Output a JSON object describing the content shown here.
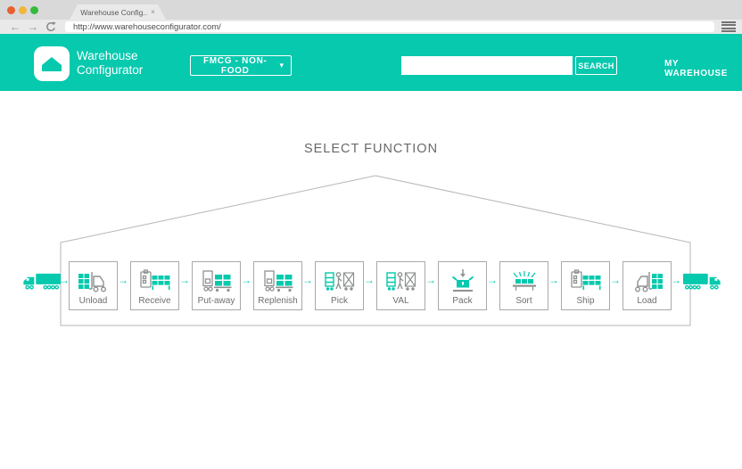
{
  "browser": {
    "tab_title": "Warehouse Config..",
    "tab_close_glyph": "×",
    "back_glyph": "←",
    "forward_glyph": "→",
    "url": "http://www.warehouseconfigurator.com/"
  },
  "header": {
    "brand_line1": "Warehouse",
    "brand_line2": "Configurator",
    "category_dropdown": {
      "selected": "FMCG - NON-FOOD",
      "caret_glyph": "▾"
    },
    "search": {
      "value": "",
      "placeholder": "",
      "button_label": "SEARCH"
    },
    "my_warehouse_label": "MY WAREHOUSE"
  },
  "main": {
    "title": "SELECT FUNCTION",
    "flow": {
      "arrow_glyph": "→",
      "items": [
        {
          "label": "Unload",
          "icon": "forklift-unload-icon"
        },
        {
          "label": "Receive",
          "icon": "clipboard-shelf-icon"
        },
        {
          "label": "Put-away",
          "icon": "forklift-shelf-icon"
        },
        {
          "label": "Replenish",
          "icon": "forklift-shelf-icon"
        },
        {
          "label": "Pick",
          "icon": "trolley-person-cage-icon"
        },
        {
          "label": "VAL",
          "icon": "trolley-person-cage-icon"
        },
        {
          "label": "Pack",
          "icon": "pack-box-icon"
        },
        {
          "label": "Sort",
          "icon": "sort-conveyor-icon"
        },
        {
          "label": "Ship",
          "icon": "clipboard-shelf-icon"
        },
        {
          "label": "Load",
          "icon": "forklift-load-icon"
        }
      ],
      "inbound_truck": "truck-icon",
      "outbound_truck": "truck-icon"
    }
  },
  "colors": {
    "accent_teal": "#06c9ae",
    "chrome_top": "#d9d9d9",
    "chrome_toolbar": "#e9e9e9",
    "traffic_red": "#e8602f",
    "traffic_yellow": "#f0b73c",
    "traffic_green": "#35ba3d",
    "icon_gray": "#8f9292",
    "box_border_gray": "#a9a9a9",
    "outline_gray": "#b6b6b6",
    "label_gray": "#6e6e6e"
  }
}
